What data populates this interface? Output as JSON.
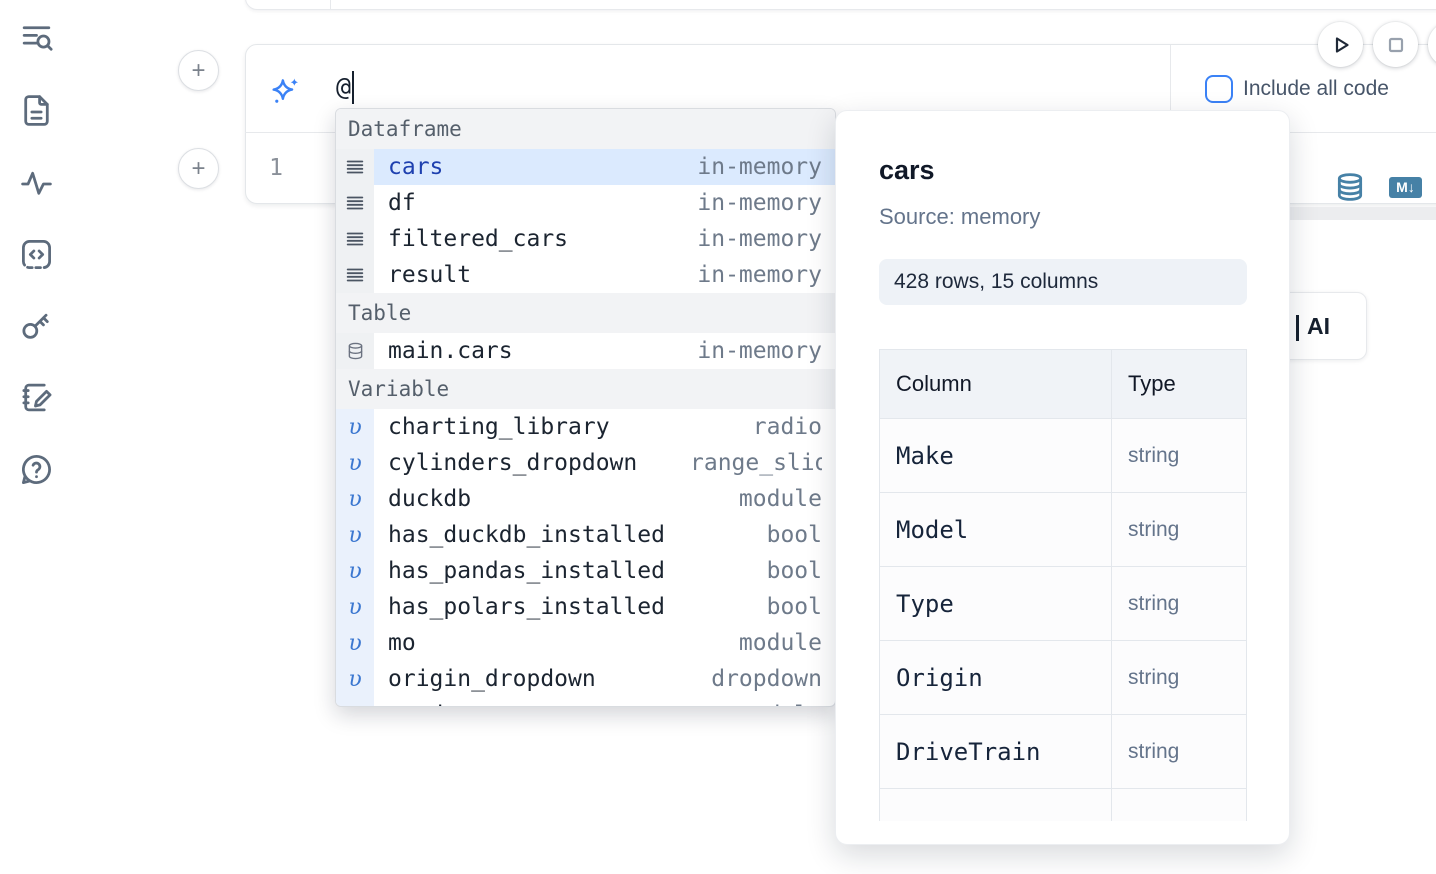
{
  "colors": {
    "accent_blue": "#3b82f6",
    "selected_row_bg": "#dbeafe",
    "selected_row_text": "#1e40af",
    "steel_blue_icon": "#4681a6",
    "muted_text": "#6e7a8a"
  },
  "sidebar": {
    "icons": [
      "list-search-icon",
      "document-icon",
      "activity-icon",
      "code-snippet-icon",
      "key-icon",
      "notebook-edit-icon",
      "help-chat-icon"
    ]
  },
  "cell": {
    "add_button_label": "+",
    "ai_input_value": "@",
    "line_number": "1",
    "include_all_code_label": "Include all code",
    "markdown_badge": "M↓"
  },
  "completion": {
    "sections": [
      {
        "label": "Dataframe",
        "items": [
          {
            "icon": "dataframe-icon",
            "label": "cars",
            "type": "in-memory",
            "selected": true
          },
          {
            "icon": "dataframe-icon",
            "label": "df",
            "type": "in-memory"
          },
          {
            "icon": "dataframe-icon",
            "label": "filtered_cars",
            "type": "in-memory"
          },
          {
            "icon": "dataframe-icon",
            "label": "result",
            "type": "in-memory"
          }
        ]
      },
      {
        "label": "Table",
        "items": [
          {
            "icon": "database-icon",
            "label": "main.cars",
            "type": "in-memory"
          }
        ]
      },
      {
        "label": "Variable",
        "variable_glyph": "υ",
        "items": [
          {
            "icon": "variable-icon",
            "label": "charting_library",
            "type": "radio"
          },
          {
            "icon": "variable-icon",
            "label": "cylinders_dropdown",
            "type": "range_slider"
          },
          {
            "icon": "variable-icon",
            "label": "duckdb",
            "type": "module"
          },
          {
            "icon": "variable-icon",
            "label": "has_duckdb_installed",
            "type": "bool"
          },
          {
            "icon": "variable-icon",
            "label": "has_pandas_installed",
            "type": "bool"
          },
          {
            "icon": "variable-icon",
            "label": "has_polars_installed",
            "type": "bool"
          },
          {
            "icon": "variable-icon",
            "label": "mo",
            "type": "module"
          },
          {
            "icon": "variable-icon",
            "label": "origin_dropdown",
            "type": "dropdown"
          },
          {
            "icon": "variable-icon",
            "label": "pandas",
            "type": "module"
          }
        ]
      }
    ]
  },
  "preview": {
    "title": "cars",
    "source": "Source: memory",
    "shape": "428 rows, 15 columns",
    "table": {
      "headers": [
        "Column",
        "Type"
      ],
      "rows": [
        [
          "Make",
          "string"
        ],
        [
          "Model",
          "string"
        ],
        [
          "Type",
          "string"
        ],
        [
          "Origin",
          "string"
        ],
        [
          "DriveTrain",
          "string"
        ]
      ]
    }
  },
  "partials": {
    "ai_button_fragment": "AI"
  }
}
